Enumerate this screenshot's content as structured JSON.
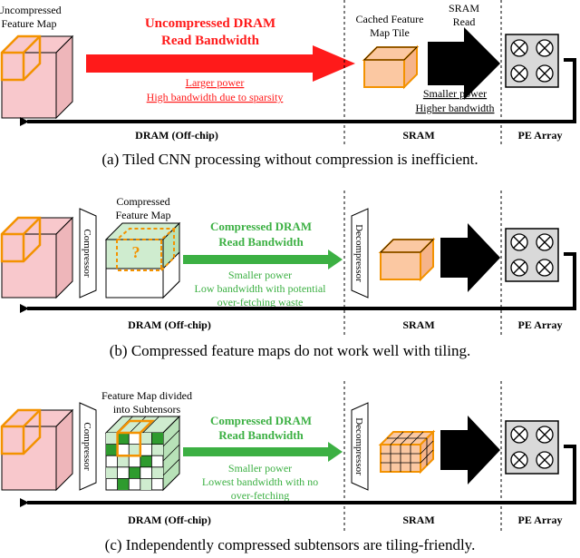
{
  "panel_a": {
    "feature_label_1": "Uncompressed",
    "feature_label_2": "Feature Map",
    "dram_read_1": "Uncompressed DRAM",
    "dram_read_2": "Read Bandwidth",
    "note_1": "Larger power",
    "note_2": "High bandwidth due to sparsity",
    "tile_label_1": "Cached Feature",
    "tile_label_2": "Map Tile",
    "sram_read_1": "SRAM",
    "sram_read_2": "Read",
    "sram_note_1": "Smaller power",
    "sram_note_2": "Higher bandwidth",
    "dram_label": "DRAM (Off-chip)",
    "sram_label": "SRAM",
    "pe_label": "PE Array",
    "caption": "(a) Tiled CNN processing without compression is inefficient."
  },
  "panel_b": {
    "compressor": "Compressor",
    "feature_label_1": "Compressed",
    "feature_label_2": "Feature Map",
    "question_mark": "?",
    "dram_read_1": "Compressed DRAM",
    "dram_read_2": "Read Bandwidth",
    "note_1": "Smaller power",
    "note_2": "Low bandwidth with potential",
    "note_3": "over-fetching waste",
    "decompressor": "Decompressor",
    "dram_label": "DRAM (Off-chip)",
    "sram_label": "SRAM",
    "pe_label": "PE Array",
    "caption": "(b) Compressed feature maps do not work well with tiling."
  },
  "panel_c": {
    "compressor": "Compressor",
    "feature_label_1": "Feature Map divided",
    "feature_label_2": "into Subtensors",
    "dram_read_1": "Compressed DRAM",
    "dram_read_2": "Read Bandwidth",
    "note_1": "Smaller power",
    "note_2": "Lowest bandwidth with no",
    "note_3": "over-fetching",
    "decompressor": "Decompressor",
    "dram_label": "DRAM (Off-chip)",
    "sram_label": "SRAM",
    "pe_label": "PE Array",
    "caption": "(c) Independently compressed subtensors are tiling-friendly."
  },
  "colors": {
    "red": "#ff1a1a",
    "green": "#3cb043",
    "pink": "#f8c8cc",
    "orange": "#f39200",
    "orange_fill": "#fbc8a2",
    "light_green": "#cfeccf",
    "dark_green": "#2e9b2e",
    "gray": "#d9d9d9"
  }
}
